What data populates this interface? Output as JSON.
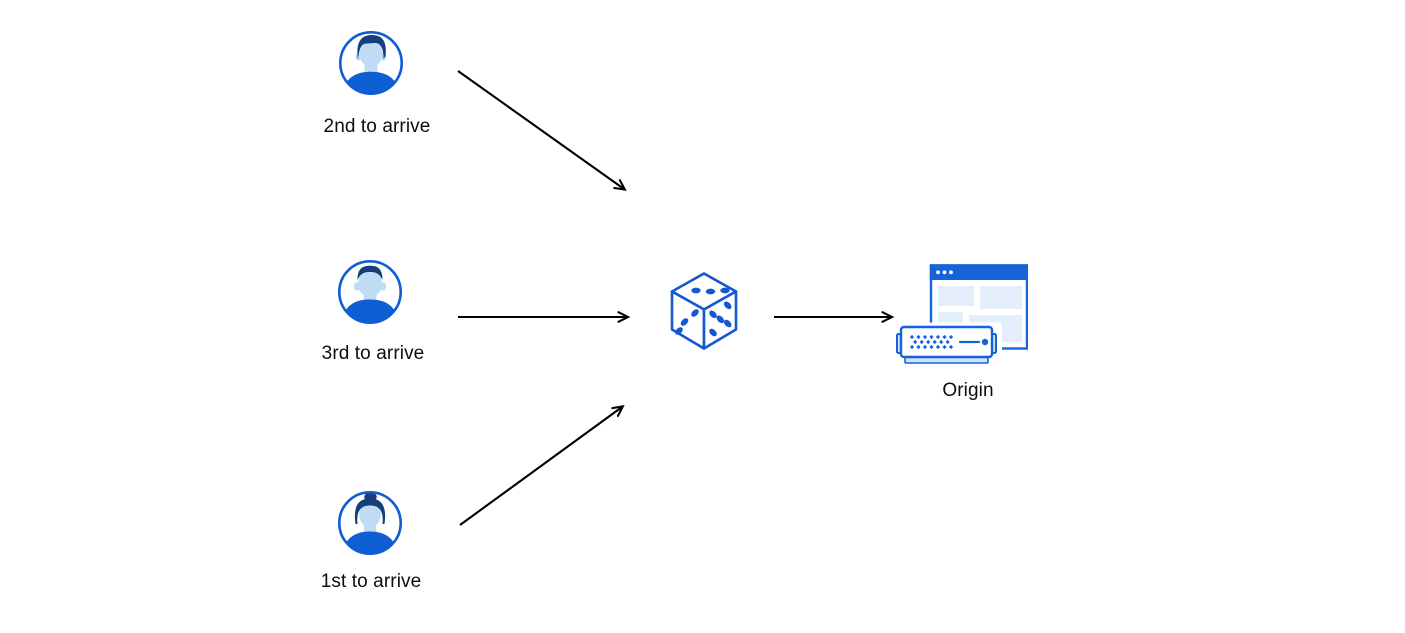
{
  "diagram": {
    "nodes": {
      "second": {
        "label": "2nd to arrive",
        "icon": "male-avatar-quiff-icon"
      },
      "third": {
        "label": "3rd to arrive",
        "icon": "male-avatar-short-hair-icon"
      },
      "first": {
        "label": "1st to arrive",
        "icon": "female-avatar-bun-icon"
      },
      "dice": {
        "icon": "dice-icon"
      },
      "origin": {
        "label": "Origin",
        "icon": "origin-server-icon"
      }
    },
    "edges": [
      {
        "from": "second",
        "to": "dice"
      },
      {
        "from": "third",
        "to": "dice"
      },
      {
        "from": "first",
        "to": "dice"
      },
      {
        "from": "dice",
        "to": "origin"
      }
    ],
    "colors": {
      "primary_blue": "#1463D8",
      "avatar_ring_blue": "#0E5CD6",
      "shirt_blue": "#0E5FD3",
      "hair_navy": "#163E7D",
      "skin_light_blue": "#BEDCF4",
      "window_panel_blue": "#E3EEFA",
      "server_trim_blue": "#CDE3F7",
      "dice_blue": "#1557D2",
      "arrow_black": "#000000",
      "text_color": "#0D0D0F",
      "background": "#FFFFFF"
    }
  }
}
